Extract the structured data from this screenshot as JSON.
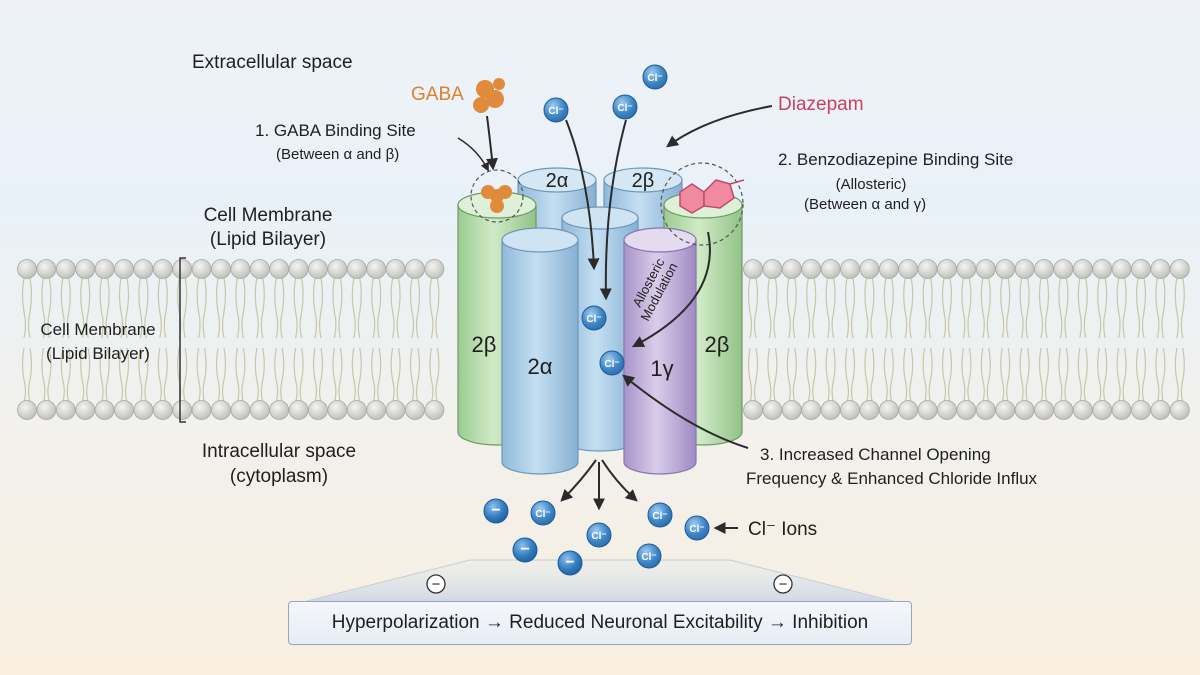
{
  "labels": {
    "extracellular": "Extracellular space",
    "gaba": "GABA",
    "diazepam": "Diazepam",
    "gaba_site_title": "1. GABA Binding Site",
    "gaba_site_sub": "(Between α and β)",
    "bzd_site_title": "2. Benzodiazepine Binding Site",
    "bzd_site_sub1": "(Allosteric)",
    "bzd_site_sub2": "(Between α and γ)",
    "membrane_top_1": "Cell Membrane",
    "membrane_top_2": "(Lipid Bilayer)",
    "membrane_side_1": "Cell Membrane",
    "membrane_side_2": "(Lipid Bilayer)",
    "intracellular_1": "Intracellular space",
    "intracellular_2": "(cytoplasm)",
    "opening_1": "3. Increased Channel Opening",
    "opening_2": "Frequency & Enhanced Chloride Influx",
    "cl_ions": "Cl⁻ Ions",
    "allosteric_1": "Allosteric",
    "allosteric_2": "Modulation",
    "outcome": "Hyperpolarization → Reduced Neuronal Excitability → Inhibition"
  },
  "subunits": {
    "back_alpha": "2α",
    "back_beta": "2β",
    "left_beta": "2β",
    "front_alpha": "2α",
    "gamma": "1γ",
    "right_beta": "2β"
  },
  "ion_label": "Cl⁻",
  "minus_sign": "−",
  "colors": {
    "alpha": "#a9cde6",
    "beta": "#b9dcb0",
    "gamma": "#c7b5dc",
    "gaba": "#e08a3c",
    "diazepam": "#e0607e",
    "ion": "#3d86c6",
    "arrow": "#2b2b2b"
  }
}
